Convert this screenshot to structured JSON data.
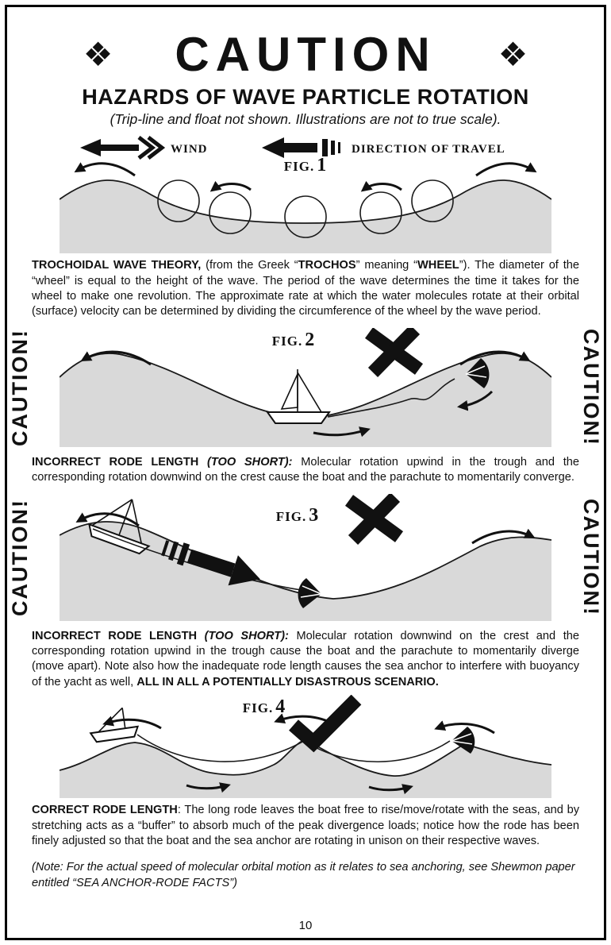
{
  "header": {
    "title": "CAUTION",
    "subtitle": "HAZARDS OF WAVE PARTICLE ROTATION",
    "tagline": "(Trip-line and float not shown. Illustrations are not to true scale).",
    "ornament": "❖"
  },
  "labels": {
    "caution": "CAUTION!"
  },
  "figures": {
    "fig1": {
      "label": "FIG.",
      "num": "1",
      "wind": "WIND",
      "direction": "DIRECTION OF TRAVEL"
    },
    "fig2": {
      "label": "FIG.",
      "num": "2"
    },
    "fig3": {
      "label": "FIG.",
      "num": "3"
    },
    "fig4": {
      "label": "FIG.",
      "num": "4"
    }
  },
  "paragraphs": {
    "trochoidal": [
      {
        "b": true,
        "t": "TROCHOIDAL WAVE THEORY,"
      },
      {
        "t": " (from the Greek “"
      },
      {
        "b": true,
        "t": "TROCHOS"
      },
      {
        "t": "” meaning “"
      },
      {
        "b": true,
        "t": "WHEEL"
      },
      {
        "t": "”). The diameter of the “wheel” is equal to the height of the wave. The period of the wave determines the time it takes for the wheel to make one revolution. The approximate rate at which the water molecules rotate at their orbital (surface) velocity can be determined by dividing the circumference of the wheel by the wave period."
      }
    ],
    "fig2_caption": [
      {
        "b": true,
        "t": "INCORRECT RODE LENGTH "
      },
      {
        "b": true,
        "i": true,
        "t": "(TOO SHORT):"
      },
      {
        "t": "  Molecular rotation upwind in the trough and the corresponding rotation downwind on the crest cause the boat and the parachute to momentarily converge."
      }
    ],
    "fig3_caption": [
      {
        "b": true,
        "t": "INCORRECT RODE LENGTH "
      },
      {
        "b": true,
        "i": true,
        "t": "(TOO SHORT):"
      },
      {
        "t": " Molecular rotation downwind on the crest and the corresponding rotation upwind in the trough cause the boat and the parachute to momentarily diverge (move apart). Note also how the inadequate rode length causes the sea anchor to interfere with buoyancy of the yacht as well, "
      },
      {
        "b": true,
        "t": "ALL IN ALL A POTENTIALLY DISASTROUS SCENARIO."
      }
    ],
    "fig4_caption": [
      {
        "b": true,
        "t": "CORRECT RODE LENGTH"
      },
      {
        "t": ": The long rode leaves the boat free to rise/move/rotate with the seas, and by stretching acts as a “buffer” to absorb much of the peak divergence loads; notice how the rode has been finely adjusted so that the boat and the sea anchor are rotating in unison on their respective waves."
      }
    ],
    "note": [
      {
        "i": true,
        "t": "(Note: For the actual speed of molecular orbital motion as it relates to sea anchoring, see Shewmon paper entitled “SEA ANCHOR-RODE FACTS”)"
      }
    ]
  },
  "page_number": "10",
  "colors": {
    "ink": "#111111",
    "water": "#d9d9d9"
  }
}
